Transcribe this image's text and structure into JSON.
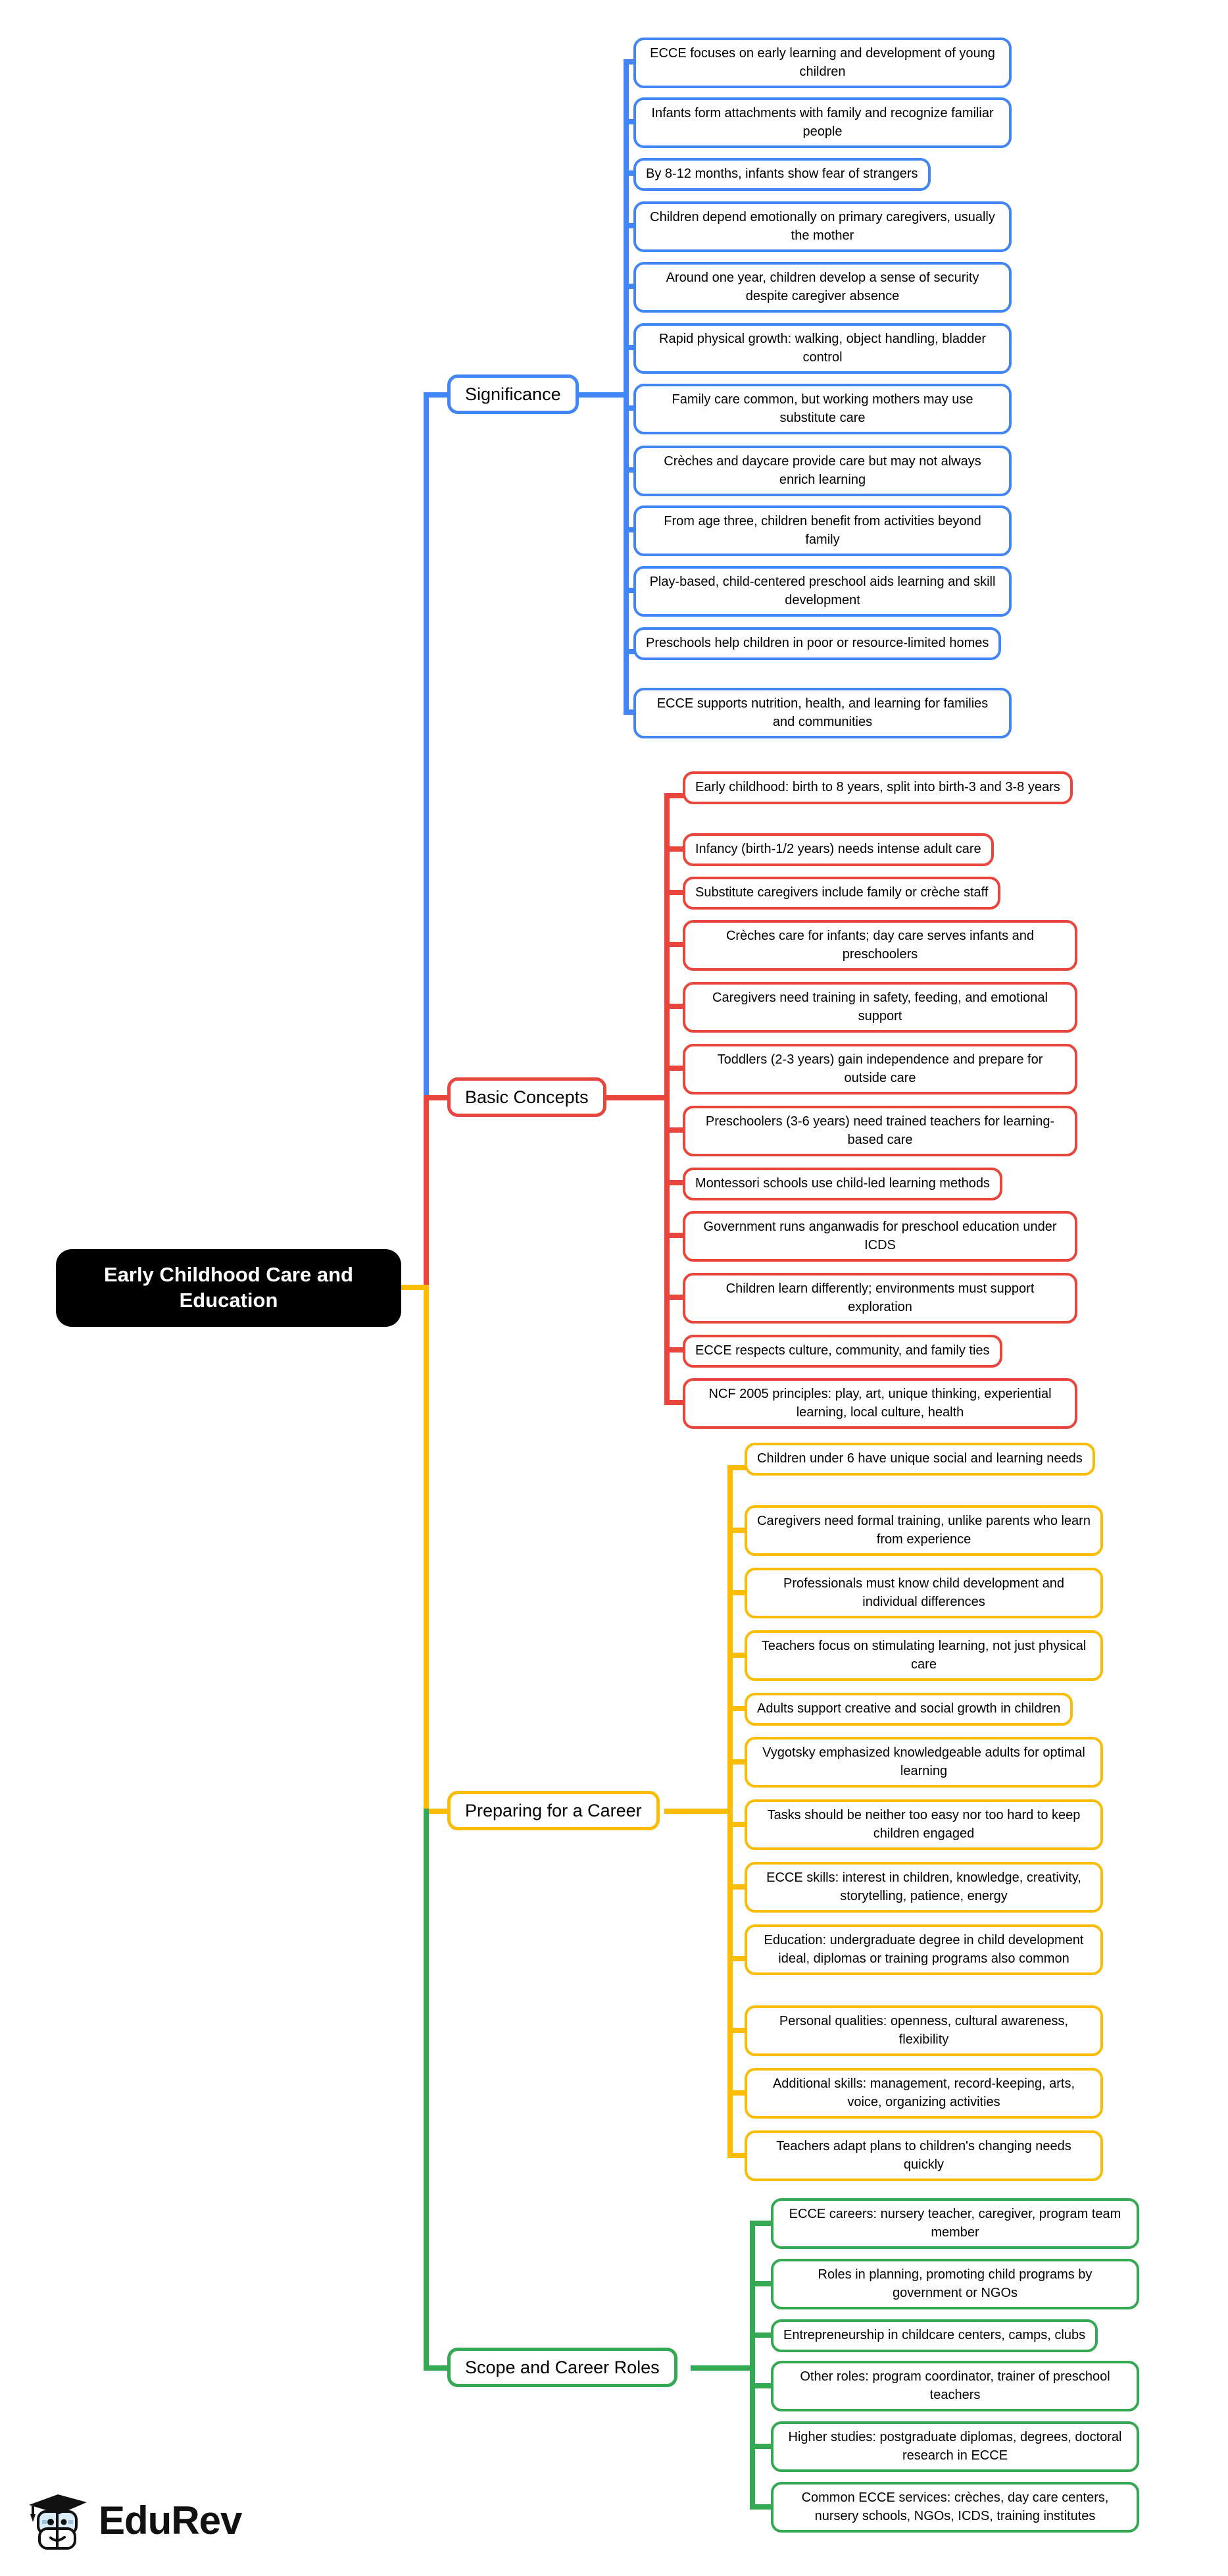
{
  "root": {
    "label": "Early Childhood Care and Education"
  },
  "logo": {
    "text": "EduRev"
  },
  "colors": {
    "significance": "#4285F4",
    "basic_concepts": "#E8453C",
    "preparing_career": "#FBBC05",
    "scope_career_roles": "#34A853",
    "root_bg": "#000000",
    "root_text": "#ffffff"
  },
  "branches": [
    {
      "id": "significance",
      "label": "Significance",
      "color": "#4285F4",
      "leaves": [
        "ECCE focuses on early learning and development of young children",
        "Infants form attachments with family and recognize familiar people",
        "By 8-12 months, infants show fear of strangers",
        "Children depend emotionally on primary caregivers, usually the mother",
        "Around one year, children develop a sense of security despite caregiver absence",
        "Rapid physical growth: walking, object handling, bladder control",
        "Family care common, but working mothers may use substitute care",
        "Crèches and daycare provide care but may not always enrich learning",
        "From age three, children benefit from activities beyond family",
        "Play-based, child-centered preschool aids learning and skill development",
        "Preschools help children in poor or resource-limited homes",
        "ECCE supports nutrition, health, and learning for families and communities"
      ]
    },
    {
      "id": "basic-concepts",
      "label": "Basic Concepts",
      "color": "#E8453C",
      "leaves": [
        "Early childhood: birth to 8 years, split into birth-3 and 3-8 years",
        "Infancy (birth-1/2 years) needs intense adult care",
        "Substitute caregivers include family or crèche staff",
        "Crèches care for infants; day care serves infants and preschoolers",
        "Caregivers need training in safety, feeding, and emotional support",
        "Toddlers (2-3 years) gain independence and prepare for outside care",
        "Preschoolers (3-6 years) need trained teachers for learning-based care",
        "Montessori schools use child-led learning methods",
        "Government runs anganwadis for preschool education under ICDS",
        "Children learn differently; environments must support exploration",
        "ECCE respects culture, community, and family ties",
        "NCF 2005 principles: play, art, unique thinking, experiential learning, local culture, health"
      ]
    },
    {
      "id": "preparing-career",
      "label": "Preparing for a Career",
      "color": "#FBBC05",
      "leaves": [
        "Children under 6 have unique social and learning needs",
        "Caregivers need formal training, unlike parents who learn from experience",
        "Professionals must know child development and individual differences",
        "Teachers focus on stimulating learning, not just physical care",
        "Adults support creative and social growth in children",
        "Vygotsky emphasized knowledgeable adults for optimal learning",
        "Tasks should be neither too easy nor too hard to keep children engaged",
        "ECCE skills: interest in children, knowledge, creativity, storytelling, patience, energy",
        "Education: undergraduate degree in child development ideal, diplomas or training programs also common",
        "Personal qualities: openness, cultural awareness, flexibility",
        "Additional skills: management, record-keeping, arts, voice, organizing activities",
        "Teachers adapt plans to children's changing needs quickly"
      ]
    },
    {
      "id": "scope-career-roles",
      "label": "Scope and Career Roles",
      "color": "#34A853",
      "leaves": [
        "ECCE careers: nursery teacher, caregiver, program team member",
        "Roles in planning, promoting child programs by government or NGOs",
        "Entrepreneurship in childcare centers, camps, clubs",
        "Other roles: program coordinator, trainer of preschool teachers",
        "Higher studies: postgraduate diplomas, degrees, doctoral research in ECCE",
        "Common ECCE services: crèches, day care centers, nursery schools, NGOs, ICDS, training institutes"
      ]
    }
  ]
}
